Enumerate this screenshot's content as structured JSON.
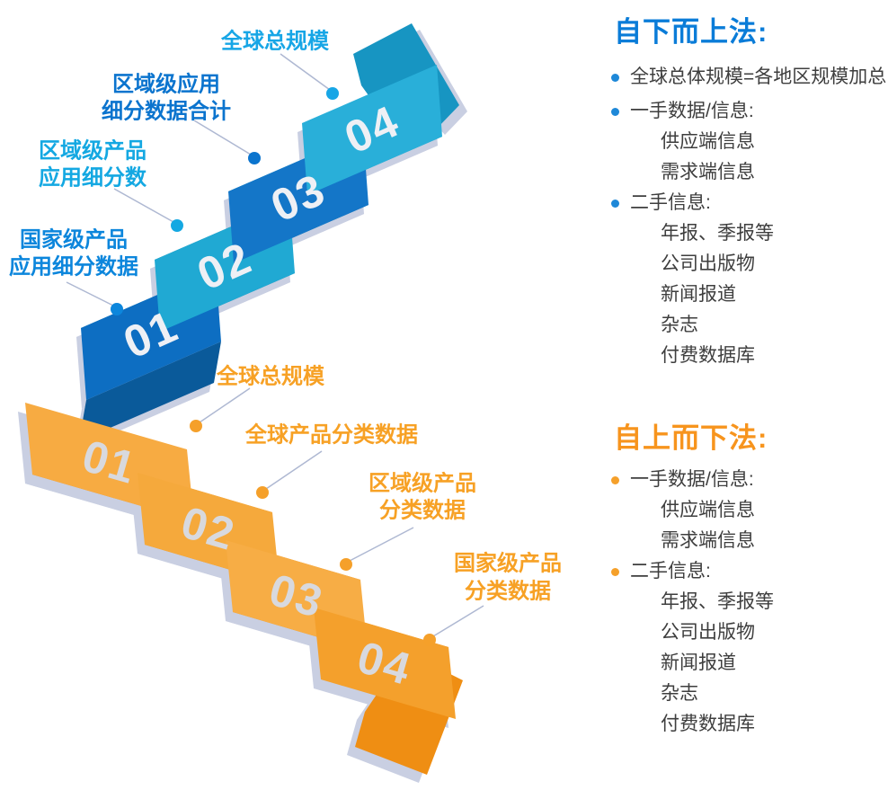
{
  "diagram": {
    "blue_method": {
      "steps": [
        "01",
        "02",
        "03",
        "04"
      ],
      "labels": {
        "global_total": {
          "lines": [
            "全球总规模"
          ],
          "color": "#17A6E6"
        },
        "regional_app_sum": {
          "lines": [
            "区域级应用",
            "细分数据合计"
          ],
          "color": "#0B74CE"
        },
        "regional_product": {
          "lines": [
            "区域级产品",
            "应用细分数"
          ],
          "color": "#14A8E2"
        },
        "country_product": {
          "lines": [
            "国家级产品",
            "应用细分数据"
          ],
          "color": "#0C86DC"
        }
      }
    },
    "orange_method": {
      "steps": [
        "01",
        "02",
        "03",
        "04"
      ],
      "labels": {
        "global_total": {
          "lines": [
            "全球总规模"
          ]
        },
        "global_product": {
          "lines": [
            "全球产品分类数据"
          ]
        },
        "regional_product": {
          "lines": [
            "区域级产品",
            "分类数据"
          ]
        },
        "country_product": {
          "lines": [
            "国家级产品",
            "分类数据"
          ]
        }
      },
      "label_color": "#F7A125"
    }
  },
  "panels": {
    "bottom_up": {
      "title": "自下而上法:",
      "title_color": "#0A7CD8",
      "bullet_color": "#1E88D8",
      "items": [
        {
          "text": "全球总体规模=各地区规模加总",
          "bullet": true
        },
        {
          "text": "一手数据/信息:",
          "bullet": true
        },
        {
          "text": "供应端信息",
          "bullet": false
        },
        {
          "text": "需求端信息",
          "bullet": false
        },
        {
          "text": "二手信息:",
          "bullet": true
        },
        {
          "text": "年报、季报等",
          "bullet": false
        },
        {
          "text": "公司出版物",
          "bullet": false
        },
        {
          "text": "新闻报道",
          "bullet": false
        },
        {
          "text": "杂志",
          "bullet": false
        },
        {
          "text": "付费数据库",
          "bullet": false
        }
      ]
    },
    "top_down": {
      "title": "自上而下法:",
      "title_color": "#F7941D",
      "bullet_color": "#F5A02A",
      "items": [
        {
          "text": "一手数据/信息:",
          "bullet": true
        },
        {
          "text": "供应端信息",
          "bullet": false
        },
        {
          "text": "需求端信息",
          "bullet": false
        },
        {
          "text": "二手信息:",
          "bullet": true
        },
        {
          "text": "年报、季报等",
          "bullet": false
        },
        {
          "text": "公司出版物",
          "bullet": false
        },
        {
          "text": "新闻报道",
          "bullet": false
        },
        {
          "text": "杂志",
          "bullet": false
        },
        {
          "text": "付费数据库",
          "bullet": false
        }
      ]
    }
  },
  "colors": {
    "shadow": "#C9CFE2",
    "blue_step_faces": [
      "#0D6EC2",
      "#20A9D3",
      "#1476C8",
      "#29AFD9"
    ],
    "blue_treads": [
      "#0C7FA6",
      "#0C7CA4",
      "#179DBE"
    ],
    "blue_tail": "#0A5A9A",
    "blue_arrow": "#1795C2",
    "blue_number_text": "#EEF0F5",
    "orange_step_faces": [
      "#F7AB42",
      "#F5A93C",
      "#F7AD45",
      "#F4A02C"
    ],
    "orange_folds": "#EE8E13",
    "orange_arrow": "#EF8E13",
    "orange_number_text": "#D8D9DE",
    "leader_line": "#AEB8D2",
    "body_text": "#3E3E3E"
  }
}
